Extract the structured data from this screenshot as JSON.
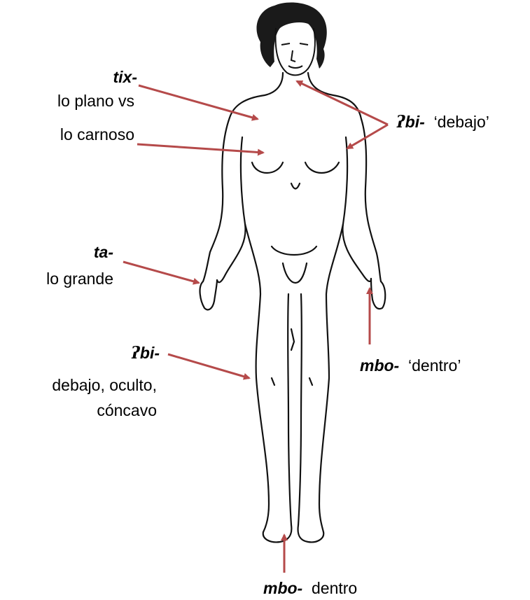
{
  "labels": {
    "tix": {
      "morpheme": "tix-",
      "line1": "lo plano vs",
      "line2": "lo carnoso"
    },
    "bi_top": {
      "glottal": "ʔ",
      "morpheme": "bi-",
      "gloss": "‘debajo’"
    },
    "ta": {
      "morpheme": "ta-",
      "gloss": "lo grande"
    },
    "bi_left": {
      "glottal": "ʔ",
      "morpheme": "bi-",
      "line1": "debajo, oculto,",
      "line2": "cóncavo"
    },
    "mbo_right": {
      "morpheme": "mbo-",
      "gloss": "‘dentro’"
    },
    "mbo_bottom": {
      "morpheme": "mbo-",
      "gloss": "dentro"
    }
  },
  "colors": {
    "arrow": "#b54a4a",
    "outline": "#111111"
  },
  "figure": {
    "icon": "human-body-front-view"
  }
}
